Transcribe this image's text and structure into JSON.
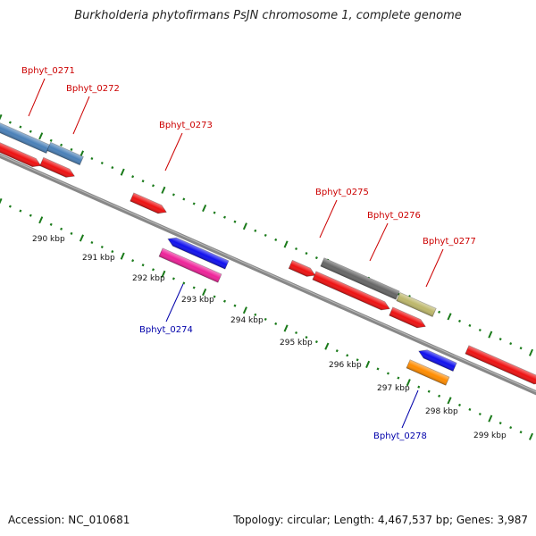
{
  "title": "Burkholderia phytofirmans PsJN chromosome 1, complete genome",
  "footer": {
    "accession": "Accession: NC_010681",
    "summary": "Topology: circular; Length: 4,467,537 bp; Genes: 3,987"
  },
  "colors": {
    "forward_label": "#cc0000",
    "reverse_label": "#0000aa",
    "ruler": "#1a7a1a",
    "backbone": "#888888",
    "red_gene": "#ee1111",
    "steel_gene": "#4a80b8",
    "blue_gene": "#1010ee",
    "magenta_gene": "#ee2299",
    "gray_gene": "#666666",
    "khaki_gene": "#bdb76b",
    "orange_gene": "#ff8c00"
  },
  "kbp_labels": [
    "290 kbp",
    "291 kbp",
    "292 kbp",
    "293 kbp",
    "294 kbp",
    "295 kbp",
    "296 kbp",
    "297 kbp",
    "298 kbp",
    "299 kbp"
  ],
  "gene_labels": [
    {
      "text": "Bphyt_0271",
      "strand": "forward"
    },
    {
      "text": "Bphyt_0272",
      "strand": "forward"
    },
    {
      "text": "Bphyt_0273",
      "strand": "forward"
    },
    {
      "text": "Bphyt_0275",
      "strand": "forward"
    },
    {
      "text": "Bphyt_0276",
      "strand": "forward"
    },
    {
      "text": "Bphyt_0277",
      "strand": "forward"
    },
    {
      "text": "Bphyt_0274",
      "strand": "reverse"
    },
    {
      "text": "Bphyt_0278",
      "strand": "reverse"
    }
  ]
}
